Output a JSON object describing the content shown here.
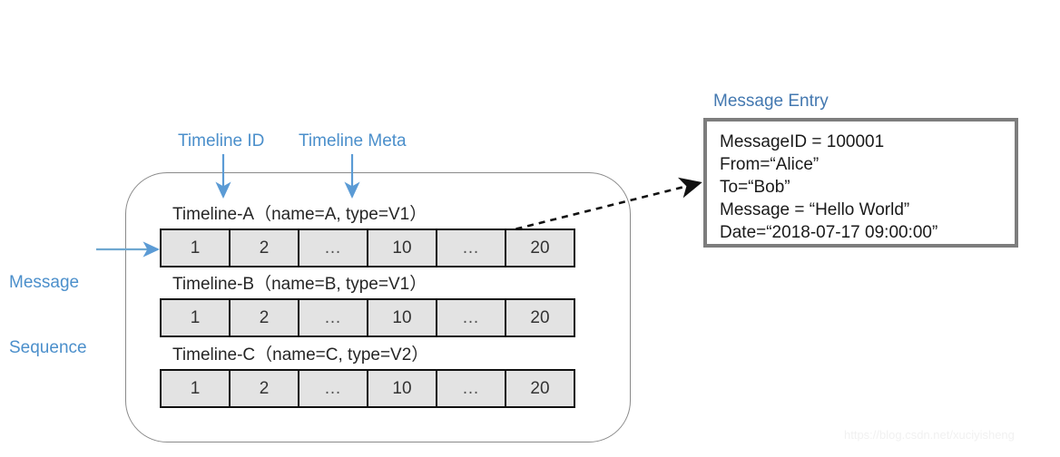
{
  "annotations": {
    "timeline_id": "Timeline ID",
    "timeline_meta": "Timeline Meta",
    "message_sequence_line1": "Message",
    "message_sequence_line2": "Sequence",
    "message_entry_title": "Message Entry"
  },
  "colors": {
    "annotation_blue": "#4B8FCB",
    "title_blue": "#4378B0",
    "cell_fill": "#E3E3E3",
    "cell_border": "#111111",
    "container_border": "#8a8a8a",
    "entry_border": "#7d7d7d"
  },
  "timelines": [
    {
      "label": "Timeline-A（name=A, type=V1）",
      "cells": [
        "1",
        "2",
        "…",
        "10",
        "…",
        "20"
      ]
    },
    {
      "label": "Timeline-B（name=B, type=V1）",
      "cells": [
        "1",
        "2",
        "…",
        "10",
        "…",
        "20"
      ]
    },
    {
      "label": "Timeline-C（name=C, type=V2）",
      "cells": [
        "1",
        "2",
        "…",
        "10",
        "…",
        "20"
      ]
    }
  ],
  "message_entry": {
    "lines": [
      "MessageID = 100001",
      "From=“Alice”",
      "To=“Bob”",
      "Message = “Hello World”",
      "Date=“2018-07-17 09:00:00”"
    ]
  },
  "watermark": "https://blog.csdn.net/xuciyisheng"
}
